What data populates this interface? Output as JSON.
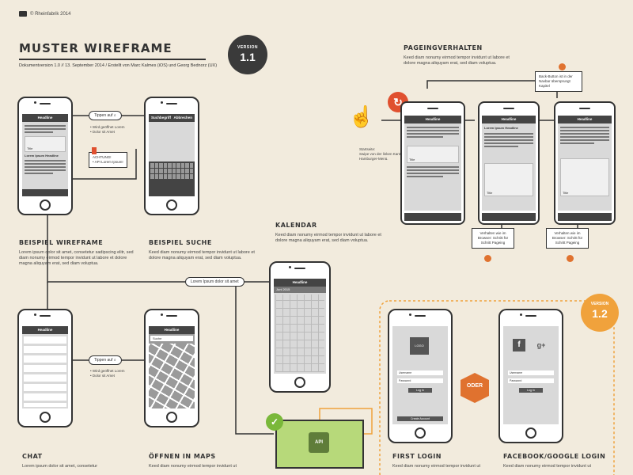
{
  "brand": {
    "copyright": "© Rheinfabrik 2014"
  },
  "header": {
    "title": "MUSTER WIREFRAME",
    "doc_line": "Dokumentversion 1.0 // 13. September 2014 / Erstellt von Marc Kalmes (iOS) und Georg Bednorz (UX)"
  },
  "versions": [
    {
      "label": "VERSION",
      "number": "1.1"
    },
    {
      "label": "VERSION",
      "number": "1.2"
    }
  ],
  "phones": {
    "headline": "Headline",
    "title_label": "Title",
    "lorem_headline": "Lorem Ipsum Headline",
    "search_value": "Suchbegriff",
    "search_cancel": "Abbrechen",
    "search_placeholder": "Suche",
    "calendar_month": "Juni 2015",
    "logo": "LOGO",
    "username": "Username",
    "password": "Password",
    "login": "Log In",
    "create_account": "Create Account"
  },
  "sections": {
    "beispiel_wireframe": {
      "title": "BEISPIEL WIREFRAME",
      "text": "Lorem ipsum dolor sit amet, consetetur sadipscing elitr, sed diam nonumy eirmod tempor invidunt ut labore et dolore magna aliquyam erat, sed diam voluptua."
    },
    "beispiel_suche": {
      "title": "BEISPIEL SUCHE",
      "text": "Keed diam nonumy eirmod tempor invidunt ut labore et dolore magna aliquyam erat, sed diam voluptua."
    },
    "kalendar": {
      "title": "KALENDAR",
      "text": "Keed diam nonumy eirmod tempor invidunt ut labore et dolore magna aliquyam erat, sed diam voluptua."
    },
    "pageingverhalten": {
      "title": "PAGEINGVERHALTEN",
      "text": "Keed diam nonumy eirmod tempor invidunt ut labore et dolore magna aliquyam erat, sed diam voluptua."
    },
    "chat": {
      "title": "CHAT",
      "text": "Lorem ipsum dolor sit amet, consetetur"
    },
    "maps": {
      "title": "ÖFFNEN IN MAPS",
      "text": "Keed diam nonumy eirmod tempor invidunt ut"
    },
    "first_login": {
      "title": "FIRST LOGIN",
      "text": "Keed diam nonumy eirmod tempor invidunt ut"
    },
    "fb_google": {
      "title": "FACEBOOK/GOOGLE LOGIN",
      "text": "Keed diam nonumy eirmod tempor invidunt ut"
    }
  },
  "annotations": {
    "tap_on": "Tippen auf",
    "bullets_1": "• Wird geöffnet Lorem\n• Dolor sit Amet",
    "attention": "ACHTUNG!\n• API Lorem Ipsum!",
    "lorem_pill": "Lorem Ipsum dolor sit amet",
    "back_button": "Back-Button ist in der Navbar übersprungt Kapitel",
    "swipe_note": "Startseite:\nSwipe von der linken Kante öffnet das Hamburger-Menü.",
    "browser_note": "Verhalten wie im Browser: Schritt für Schritt Pageing",
    "api": "API",
    "oder": "ODER"
  },
  "colors": {
    "accent_orange": "#f0a23c",
    "accent_red": "#e0502f",
    "api_green": "#b7d97a"
  }
}
